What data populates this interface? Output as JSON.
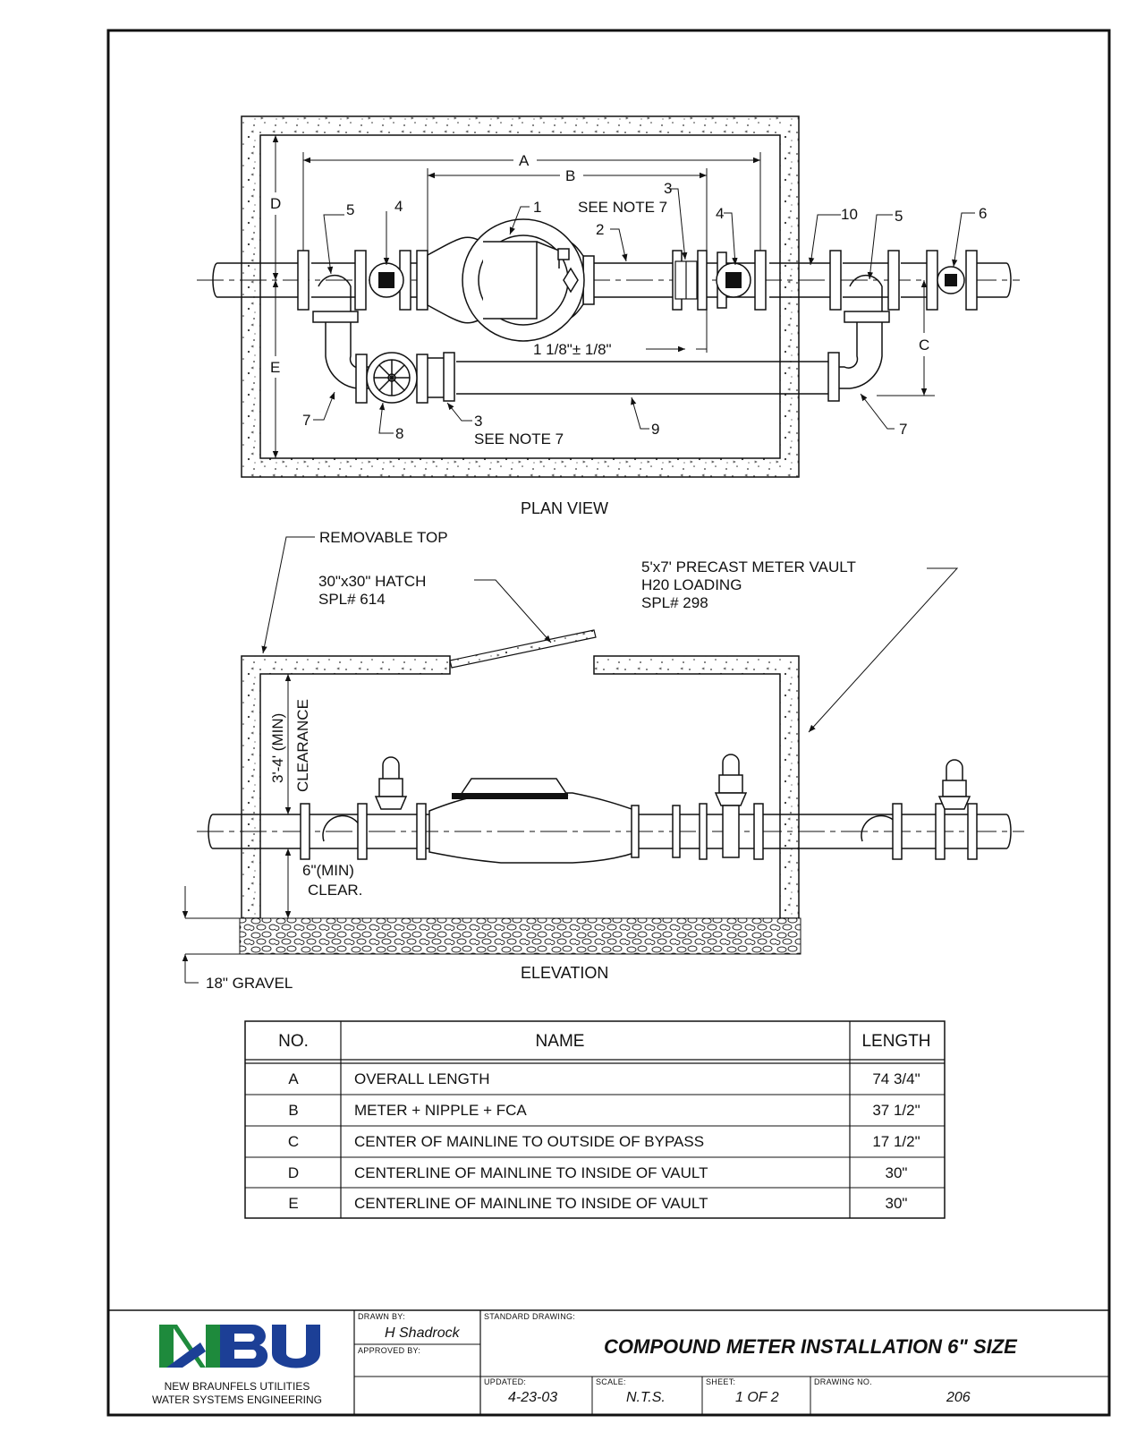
{
  "plan_view": {
    "title": "PLAN VIEW",
    "dim_a": "A",
    "dim_b": "B",
    "dim_c": "C",
    "dim_d": "D",
    "dim_e": "E",
    "callout_1": "1",
    "callout_2": "2",
    "callout_3": "3",
    "callout_4": "4",
    "callout_5": "5",
    "callout_6": "6",
    "callout_7": "7",
    "callout_8": "8",
    "callout_9": "9",
    "callout_10": "10",
    "see_note": "SEE NOTE 7",
    "gap_dim": "1 1/8\"± 1/8\""
  },
  "elevation": {
    "title": "ELEVATION",
    "removable_top": "REMOVABLE TOP",
    "hatch_line1": "30\"x30\" HATCH",
    "hatch_line2": "SPL# 614",
    "vault_line1": "5'x7' PRECAST METER VAULT",
    "vault_line2": "H20 LOADING",
    "vault_line3": "SPL# 298",
    "clear_top_line1": "3'-4' (MIN)",
    "clear_top_line2": "CLEARANCE",
    "clear_bottom_line1": "6\"(MIN)",
    "clear_bottom_line2": "CLEAR.",
    "gravel": "18\" GRAVEL"
  },
  "table": {
    "headers": [
      "NO.",
      "NAME",
      "LENGTH"
    ],
    "rows": [
      {
        "no": "A",
        "name": "OVERALL LENGTH",
        "length": "74 3/4\""
      },
      {
        "no": "B",
        "name": "METER + NIPPLE + FCA",
        "length": "37 1/2\""
      },
      {
        "no": "C",
        "name": "CENTER OF MAINLINE TO OUTSIDE OF BYPASS",
        "length": "17 1/2\""
      },
      {
        "no": "D",
        "name": "CENTERLINE OF MAINLINE TO INSIDE OF VAULT",
        "length": "30\""
      },
      {
        "no": "E",
        "name": "CENTERLINE OF MAINLINE TO INSIDE OF VAULT",
        "length": "30\""
      }
    ]
  },
  "title_block": {
    "logo_text": "NBU",
    "org_line1": "NEW BRAUNFELS UTILITIES",
    "org_line2": "WATER SYSTEMS ENGINEERING",
    "drawn_by_label": "DRAWN BY:",
    "drawn_by": "H Shadrock",
    "approved_by_label": "APPROVED BY:",
    "standard_drawing_label": "STANDARD DRAWING:",
    "drawing_title": "COMPOUND METER INSTALLATION 6\" SIZE",
    "updated_label": "UPDATED:",
    "updated": "4-23-03",
    "scale_label": "SCALE:",
    "scale": "N.T.S.",
    "sheet_label": "SHEET:",
    "sheet": "1 OF 2",
    "drawing_no_label": "DRAWING NO.",
    "drawing_no": "206"
  },
  "colors": {
    "logo_green": "#1e8a3c",
    "logo_blue": "#1c3f96",
    "ink": "#111111"
  }
}
